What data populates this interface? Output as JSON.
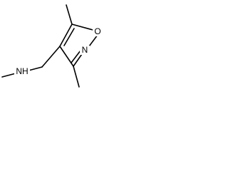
{
  "molecule": {
    "atoms": {
      "O": "O",
      "N": "N",
      "NH": "NH"
    }
  }
}
